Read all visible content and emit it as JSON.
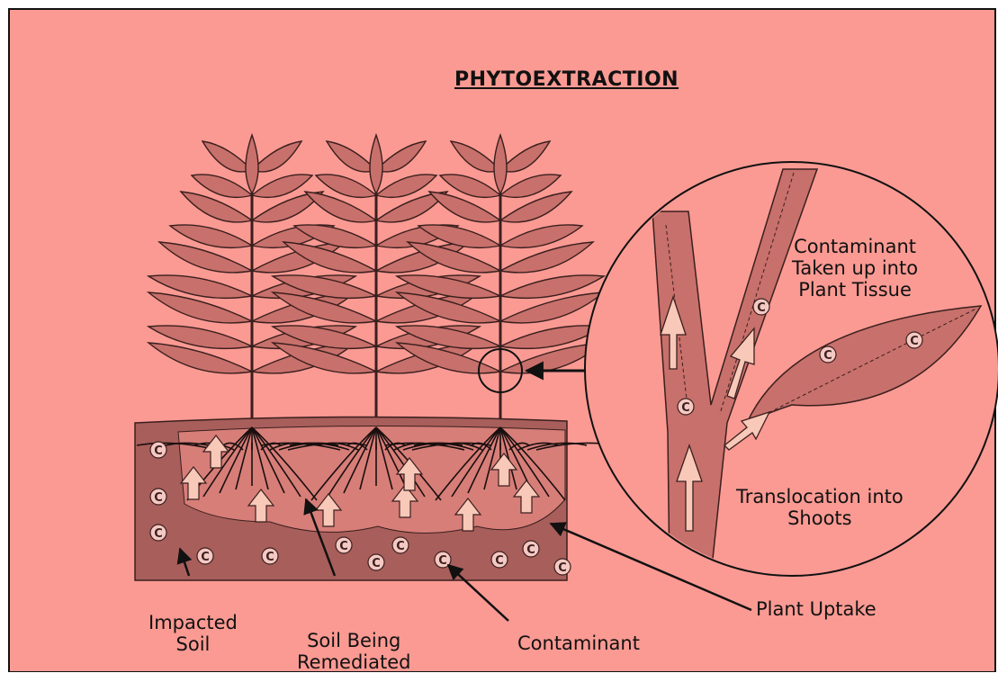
{
  "diagram": {
    "title": "PHYTOEXTRACTION",
    "contaminant_symbol": "C",
    "labels": {
      "impacted_soil": "Impacted\nSoil",
      "soil_being_remediated": "Soil Being\nRemediated",
      "contaminant": "Contaminant",
      "plant_uptake": "Plant Uptake",
      "contaminant_taken_up": "Contaminant\nTaken up into\nPlant Tissue",
      "translocation": "Translocation into\nShoots"
    },
    "colors": {
      "background": "#FA9A93",
      "plant": "#C8706B",
      "soil_dark": "#A85E5A",
      "soil_light": "#D77E78",
      "outline": "#111111"
    }
  }
}
